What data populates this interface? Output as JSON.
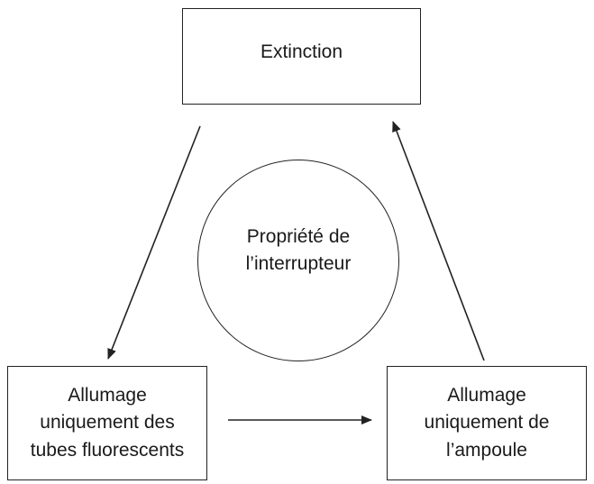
{
  "nodes": {
    "top": "Extinction",
    "center": "Propriété de\nl’interrupteur",
    "left": "Allumage\nuniquement des\ntubes fluorescents",
    "right": "Allumage\nuniquement de\nl’ampoule"
  },
  "edges": [
    {
      "from": "top",
      "to": "left"
    },
    {
      "from": "left",
      "to": "right"
    },
    {
      "from": "right",
      "to": "top"
    }
  ]
}
